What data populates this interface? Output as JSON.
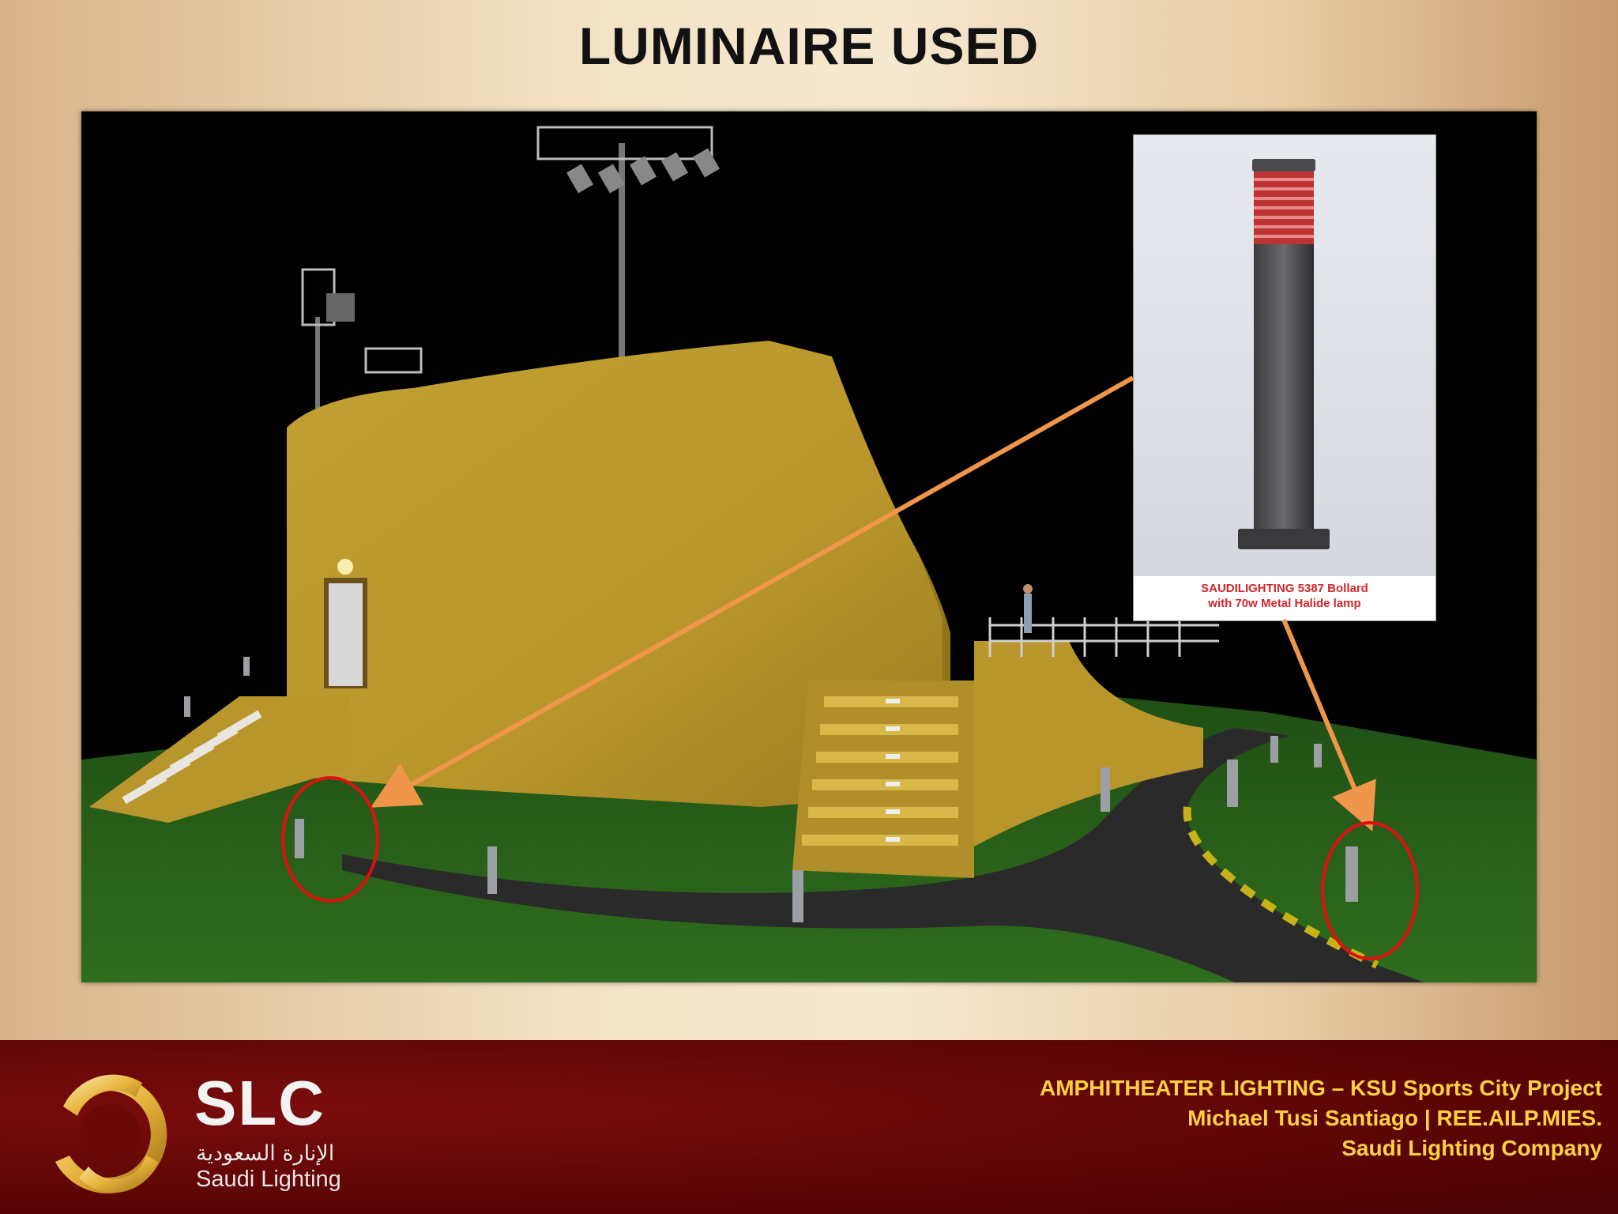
{
  "slide": {
    "title": "LUMINAIRE USED"
  },
  "inset": {
    "caption_line1": "SAUDILIGHTING 5387 Bollard",
    "caption_line2": "with 70w Metal Halide lamp"
  },
  "colors": {
    "accent_footer": "#5d0505",
    "footer_text": "#ffd23f",
    "callout_arrow": "#f0964a",
    "highlight_circle": "#e01010",
    "caption_text": "#d4262c"
  },
  "footer": {
    "brand_code": "SLC",
    "brand_arabic": "الإنارة السعودية",
    "brand_name": "Saudi Lighting",
    "line1": "AMPHITHEATER LIGHTING – KSU Sports City Project",
    "line2": "Michael Tusi Santiago | REE.AILP.MIES.",
    "line3": "Saudi Lighting Company"
  },
  "icons": {
    "logo": "slc-sun-logo-icon",
    "bollard": "bollard-luminaire-icon"
  }
}
